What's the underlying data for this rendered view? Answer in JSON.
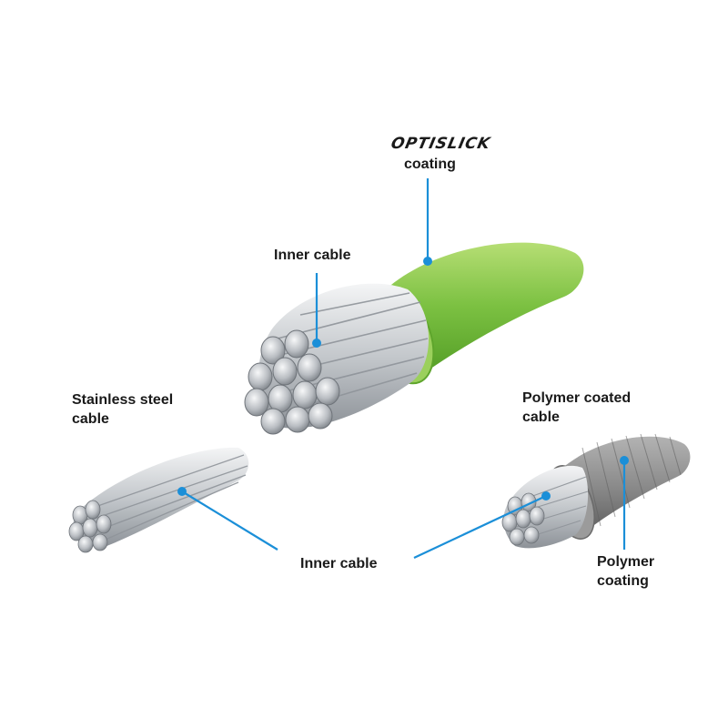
{
  "labels": {
    "brand": "OPTISLICK",
    "brand_coating": "coating",
    "inner_cable_top": "Inner cable",
    "stainless_line1": "Stainless steel",
    "stainless_line2": "cable",
    "polymer_coated_line1": "Polymer coated",
    "polymer_coated_line2": "cable",
    "inner_cable_bottom": "Inner cable",
    "polymer_coating_line1": "Polymer",
    "polymer_coating_line2": "coating"
  },
  "colors": {
    "callout": "#1b8fd8",
    "label_text": "#1a1a1a",
    "optislick_coating": "#7cc142",
    "polymer_coating": "#8a8a8a",
    "steel": "#c9ccd0"
  }
}
